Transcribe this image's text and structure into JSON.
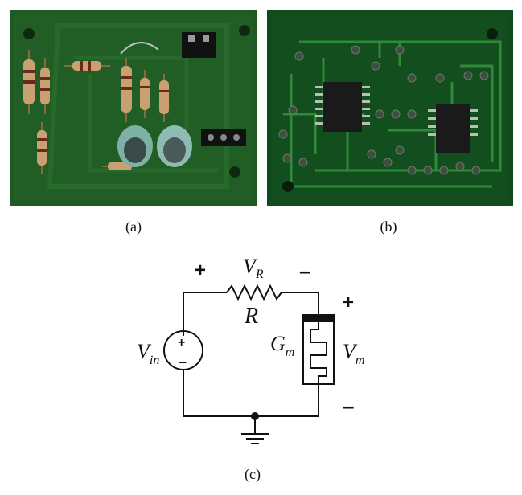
{
  "captions": {
    "a": "(a)",
    "b": "(b)",
    "c": "(c)"
  },
  "circuit": {
    "vr_main": "V",
    "vr_sub": "R",
    "r_label": "R",
    "vin_main": "V",
    "vin_sub": "in",
    "gm_main": "G",
    "gm_sub": "m",
    "vm_main": "V",
    "vm_sub": "m",
    "plus": "+",
    "minus": "–",
    "src_plus": "+",
    "src_minus": "–"
  },
  "colors": {
    "pcb_a": "#1f5a22",
    "pcb_b": "#114a1c",
    "trace": "#2f8a3a",
    "ic": "#1a1a1a"
  }
}
